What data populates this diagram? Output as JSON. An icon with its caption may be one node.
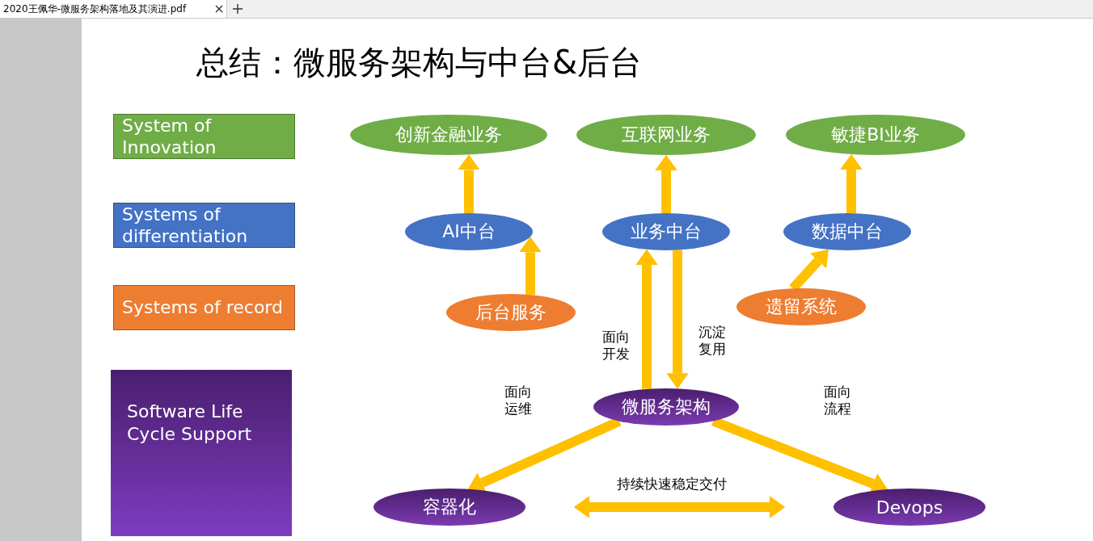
{
  "diagram": {
    "title": "总结：微服务架构与中台&后台",
    "nodes": [
      {
        "text": [
          "System of Innovation"
        ]
      },
      {
        "text": [
          "Systems of differentiation"
        ]
      },
      {
        "text": [
          "Systems of record"
        ]
      },
      {
        "text": [
          "Software Life Cycle Support"
        ]
      },
      {
        "text": [
          "创新金融业务"
        ]
      },
      {
        "text": [
          "互联网业务"
        ]
      },
      {
        "text": [
          "敏捷BI业务"
        ]
      },
      {
        "text": [
          "AI中台"
        ]
      },
      {
        "text": [
          "业务中台"
        ]
      },
      {
        "text": [
          "数据中台"
        ]
      },
      {
        "text": [
          "后台服务"
        ]
      },
      {
        "text": [
          "遗留系统"
        ]
      },
      {
        "text": [
          "微服务架构"
        ]
      },
      {
        "text": [
          "容器化"
        ]
      },
      {
        "text": [
          "Devops"
        ]
      }
    ],
    "edges": [
      {
        "from": 7,
        "to": 4,
        "arrow": "to"
      },
      {
        "from": 8,
        "to": 5,
        "arrow": "to"
      },
      {
        "from": 9,
        "to": 6,
        "arrow": "to"
      },
      {
        "from": 10,
        "to": 7,
        "arrow": "to"
      },
      {
        "from": 11,
        "to": 9,
        "arrow": "to"
      },
      {
        "from": 12,
        "to": 8,
        "arrow": "to",
        "label": "面向开发"
      },
      {
        "from": 8,
        "to": 12,
        "arrow": "to",
        "label": "沉淀复用"
      },
      {
        "from": 12,
        "to": 13,
        "arrow": "to",
        "label": "面向运维"
      },
      {
        "from": 12,
        "to": 14,
        "arrow": "to",
        "label": "面向流程"
      },
      {
        "from": 13,
        "to": 14,
        "arrow": "both",
        "label": "持续快速稳定交付"
      }
    ],
    "labels": [
      "2020王佩华-微服务架构落地及其演进.pdf"
    ]
  }
}
